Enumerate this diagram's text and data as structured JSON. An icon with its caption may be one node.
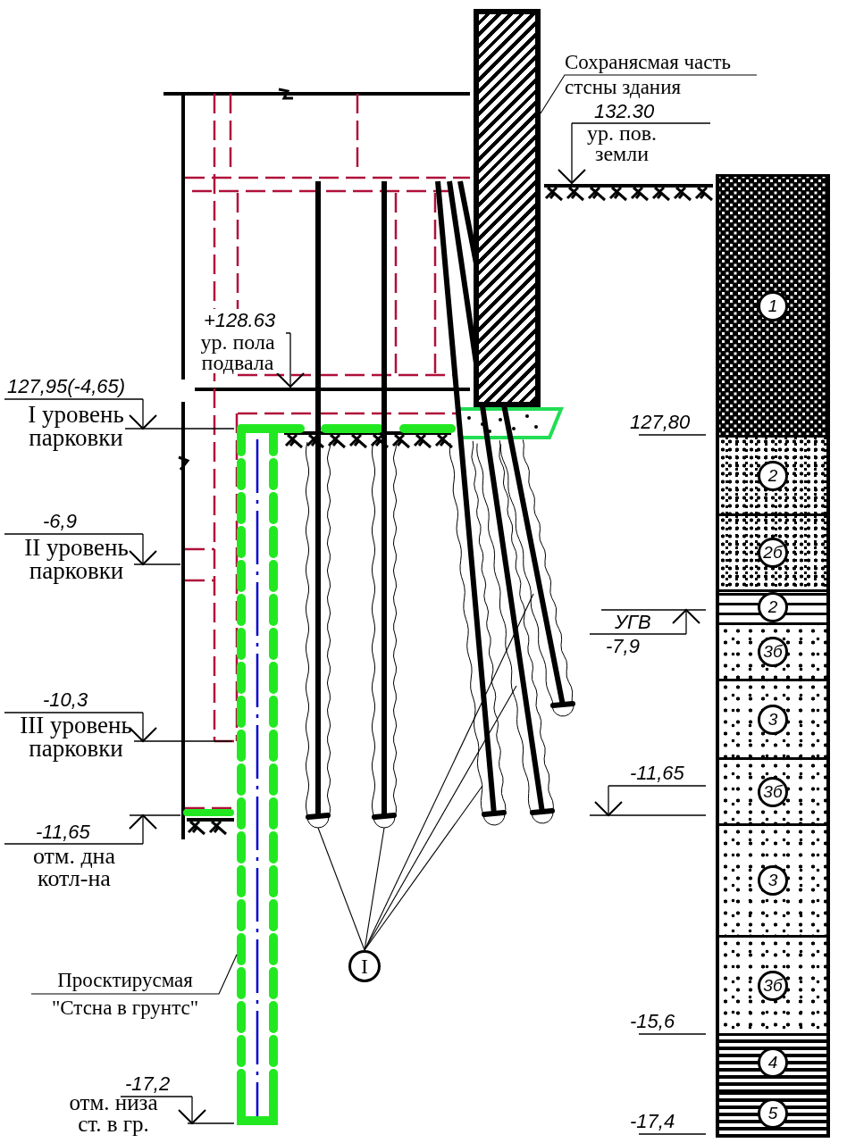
{
  "diagram": {
    "nodes": [
      {
        "text": [
          "Сохранясмая часть стсны здания"
        ]
      },
      {
        "text": [],
        "shape": "bar"
      },
      {
        "text": [],
        "shape": "bar"
      },
      {
        "text": [],
        "shape": "bar"
      },
      {
        "text": [],
        "shape": "bar"
      },
      {
        "text": [],
        "shape": "bar"
      },
      {
        "text": [],
        "shape": "bar"
      },
      {
        "text": [],
        "shape": "bar"
      },
      {
        "text": [
          "I"
        ]
      },
      {
        "text": [
          "Просктирусмая \"Стсна в грунтс\""
        ]
      },
      {
        "text": [
          "1"
        ]
      },
      {
        "text": [
          "2"
        ]
      },
      {
        "text": [
          "2б"
        ]
      },
      {
        "text": [
          "2"
        ]
      },
      {
        "text": [
          "3б"
        ]
      },
      {
        "text": [
          "3"
        ]
      },
      {
        "text": [
          "3б"
        ]
      },
      {
        "text": [
          "3"
        ]
      },
      {
        "text": [
          "3б"
        ]
      },
      {
        "text": [
          "4"
        ]
      },
      {
        "text": [
          "5"
        ]
      }
    ],
    "edges": [
      {
        "from": 0,
        "to": 1,
        "arrow": "none"
      },
      {
        "from": 8,
        "to": 2,
        "arrow": "none"
      },
      {
        "from": 8,
        "to": 3,
        "arrow": "none"
      },
      {
        "from": 8,
        "to": 4,
        "arrow": "none"
      },
      {
        "from": 8,
        "to": 5,
        "arrow": "none"
      },
      {
        "from": 8,
        "to": 6,
        "arrow": "none"
      },
      {
        "from": 9,
        "to": 7,
        "arrow": "none"
      }
    ],
    "labels": [
      "132.30",
      "ур. пов. земли",
      "+128.63",
      "ур. пола подвала",
      "127,95(-4,65)",
      "I уровень парковки",
      "127,80",
      "-6,9",
      "II уровень парковки",
      "УГВ",
      "-7,9",
      "-10,3",
      "III уровень парковки",
      "-11,65",
      "-11,65",
      "отм. дна котл-на",
      "-15,6",
      "-17,2",
      "отм. низа ст. в гр.",
      "-17,4"
    ]
  }
}
